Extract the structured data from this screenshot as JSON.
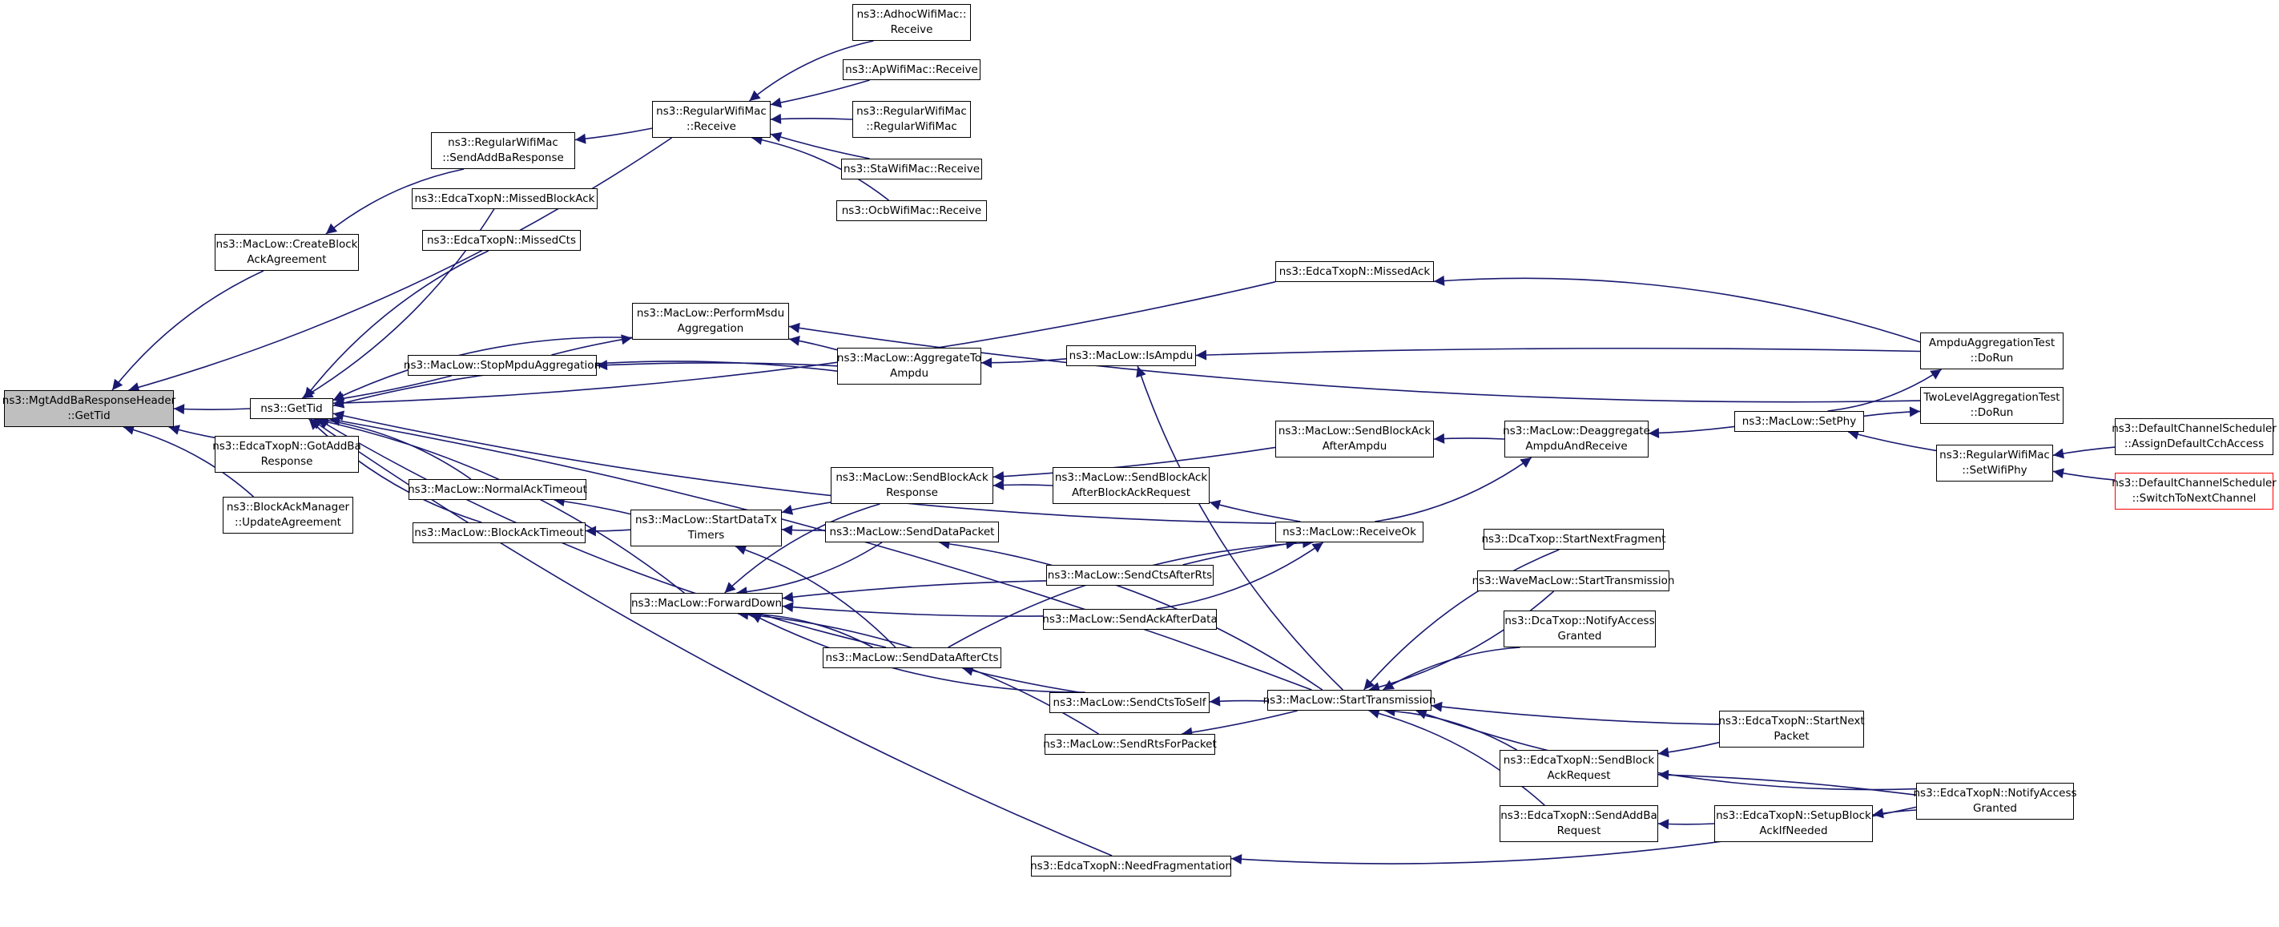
{
  "diagram": {
    "edge_color": "#191970",
    "root_fill": "#bfbfbf",
    "truncated_border": "#ff0000",
    "nodes": {
      "n0": {
        "lines": [
          "ns3::MgtAddBaResponseHeader",
          "::GetTid"
        ],
        "root": true
      },
      "n1": {
        "lines": [
          "ns3::GetTid"
        ]
      },
      "n2": {
        "lines": [
          "ns3::MacLow::CreateBlock",
          "AckAgreement"
        ]
      },
      "n3": {
        "lines": [
          "ns3::EdcaTxopN::GotAddBa",
          "Response"
        ]
      },
      "n4": {
        "lines": [
          "ns3::BlockAckManager",
          "::UpdateAgreement"
        ]
      },
      "n5": {
        "lines": [
          "ns3::RegularWifiMac",
          "::Receive"
        ]
      },
      "n6": {
        "lines": [
          "ns3::RegularWifiMac",
          "::SendAddBaResponse"
        ]
      },
      "n7": {
        "lines": [
          "ns3::AdhocWifiMac::",
          "Receive"
        ]
      },
      "n8": {
        "lines": [
          "ns3::ApWifiMac::Receive"
        ]
      },
      "n9": {
        "lines": [
          "ns3::RegularWifiMac",
          "::RegularWifiMac"
        ]
      },
      "n10": {
        "lines": [
          "ns3::StaWifiMac::Receive"
        ]
      },
      "n11": {
        "lines": [
          "ns3::OcbWifiMac::Receive"
        ]
      },
      "n12": {
        "lines": [
          "ns3::EdcaTxopN::MissedBlockAck"
        ]
      },
      "n13": {
        "lines": [
          "ns3::EdcaTxopN::MissedCts"
        ]
      },
      "n14": {
        "lines": [
          "ns3::EdcaTxopN::MissedAck"
        ]
      },
      "n15": {
        "lines": [
          "ns3::MacLow::PerformMsdu",
          "Aggregation"
        ]
      },
      "n16": {
        "lines": [
          "ns3::MacLow::StopMpduAggregation"
        ]
      },
      "n17": {
        "lines": [
          "ns3::MacLow::AggregateTo",
          "Ampdu"
        ]
      },
      "n18": {
        "lines": [
          "ns3::MacLow::IsAmpdu"
        ]
      },
      "n19": {
        "lines": [
          "AmpduAggregationTest",
          "::DoRun"
        ]
      },
      "n20": {
        "lines": [
          "TwoLevelAggregationTest",
          "::DoRun"
        ]
      },
      "n21": {
        "lines": [
          "ns3::MacLow::SendBlockAck",
          "AfterAmpdu"
        ]
      },
      "n22": {
        "lines": [
          "ns3::MacLow::Deaggregate",
          "AmpduAndReceive"
        ]
      },
      "n23": {
        "lines": [
          "ns3::MacLow::SetPhy"
        ]
      },
      "n24": {
        "lines": [
          "ns3::RegularWifiMac",
          "::SetWifiPhy"
        ]
      },
      "n25": {
        "lines": [
          "ns3::DefaultChannelScheduler",
          "::AssignDefaultCchAccess"
        ]
      },
      "n26": {
        "lines": [
          "ns3::DefaultChannelScheduler",
          "::SwitchToNextChannel"
        ],
        "truncated": true
      },
      "n27": {
        "lines": [
          "ns3::MacLow::NormalAckTimeout"
        ]
      },
      "n28": {
        "lines": [
          "ns3::MacLow::BlockAckTimeout"
        ]
      },
      "n29": {
        "lines": [
          "ns3::MacLow::StartDataTx",
          "Timers"
        ]
      },
      "n30": {
        "lines": [
          "ns3::MacLow::SendBlockAck",
          "Response"
        ]
      },
      "n31": {
        "lines": [
          "ns3::MacLow::SendBlockAck",
          "AfterBlockAckRequest"
        ]
      },
      "n32": {
        "lines": [
          "ns3::MacLow::SendDataPacket"
        ]
      },
      "n33": {
        "lines": [
          "ns3::MacLow::ReceiveOk"
        ]
      },
      "n34": {
        "lines": [
          "ns3::MacLow::ForwardDown"
        ]
      },
      "n35": {
        "lines": [
          "ns3::MacLow::SendCtsAfterRts"
        ]
      },
      "n36": {
        "lines": [
          "ns3::MacLow::SendAckAfterData"
        ]
      },
      "n37": {
        "lines": [
          "ns3::MacLow::SendDataAfterCts"
        ]
      },
      "n38": {
        "lines": [
          "ns3::MacLow::SendCtsToSelf"
        ]
      },
      "n39": {
        "lines": [
          "ns3::MacLow::SendRtsForPacket"
        ]
      },
      "n40": {
        "lines": [
          "ns3::MacLow::StartTransmission"
        ]
      },
      "n41": {
        "lines": [
          "ns3::DcaTxop::StartNextFragment"
        ]
      },
      "n42": {
        "lines": [
          "ns3::WaveMacLow::StartTransmission"
        ]
      },
      "n43": {
        "lines": [
          "ns3::DcaTxop::NotifyAccess",
          "Granted"
        ]
      },
      "n44": {
        "lines": [
          "ns3::EdcaTxopN::StartNext",
          "Packet"
        ]
      },
      "n45": {
        "lines": [
          "ns3::EdcaTxopN::SendBlock",
          "AckRequest"
        ]
      },
      "n46": {
        "lines": [
          "ns3::EdcaTxopN::NotifyAccess",
          "Granted"
        ]
      },
      "n47": {
        "lines": [
          "ns3::EdcaTxopN::SendAddBa",
          "Request"
        ]
      },
      "n48": {
        "lines": [
          "ns3::EdcaTxopN::SetupBlock",
          "AckIfNeeded"
        ]
      },
      "n49": {
        "lines": [
          "ns3::EdcaTxopN::NeedFragmentation"
        ]
      }
    },
    "edges": [
      [
        "n1",
        "n0"
      ],
      [
        "n2",
        "n0"
      ],
      [
        "n3",
        "n0"
      ],
      [
        "n4",
        "n0"
      ],
      [
        "n5",
        "n0"
      ],
      [
        "n6",
        "n2"
      ],
      [
        "n5",
        "n6"
      ],
      [
        "n7",
        "n5"
      ],
      [
        "n8",
        "n5"
      ],
      [
        "n9",
        "n5"
      ],
      [
        "n10",
        "n5"
      ],
      [
        "n11",
        "n5"
      ],
      [
        "n12",
        "n1"
      ],
      [
        "n13",
        "n1"
      ],
      [
        "n14",
        "n1"
      ],
      [
        "n15",
        "n1"
      ],
      [
        "n16",
        "n1"
      ],
      [
        "n17",
        "n1"
      ],
      [
        "n33",
        "n1"
      ],
      [
        "n27",
        "n1"
      ],
      [
        "n28",
        "n1"
      ],
      [
        "n34",
        "n1"
      ],
      [
        "n37",
        "n1"
      ],
      [
        "n40",
        "n1"
      ],
      [
        "n49",
        "n1"
      ],
      [
        "n19",
        "n14"
      ],
      [
        "n16",
        "n15"
      ],
      [
        "n17",
        "n15"
      ],
      [
        "n20",
        "n15"
      ],
      [
        "n17",
        "n16"
      ],
      [
        "n18",
        "n17"
      ],
      [
        "n19",
        "n18"
      ],
      [
        "n40",
        "n18"
      ],
      [
        "n23",
        "n19"
      ],
      [
        "n23",
        "n20"
      ],
      [
        "n22",
        "n21"
      ],
      [
        "n23",
        "n22"
      ],
      [
        "n33",
        "n22"
      ],
      [
        "n24",
        "n23"
      ],
      [
        "n25",
        "n24"
      ],
      [
        "n26",
        "n24"
      ],
      [
        "n29",
        "n27"
      ],
      [
        "n29",
        "n28"
      ],
      [
        "n30",
        "n29"
      ],
      [
        "n32",
        "n29"
      ],
      [
        "n37",
        "n29"
      ],
      [
        "n21",
        "n30"
      ],
      [
        "n31",
        "n30"
      ],
      [
        "n33",
        "n31"
      ],
      [
        "n40",
        "n32"
      ],
      [
        "n35",
        "n33"
      ],
      [
        "n36",
        "n33"
      ],
      [
        "n37",
        "n33"
      ],
      [
        "n30",
        "n34"
      ],
      [
        "n32",
        "n34"
      ],
      [
        "n35",
        "n34"
      ],
      [
        "n36",
        "n34"
      ],
      [
        "n37",
        "n34"
      ],
      [
        "n38",
        "n34"
      ],
      [
        "n39",
        "n34"
      ],
      [
        "n38",
        "n37"
      ],
      [
        "n40",
        "n38"
      ],
      [
        "n40",
        "n39"
      ],
      [
        "n41",
        "n40"
      ],
      [
        "n42",
        "n40"
      ],
      [
        "n43",
        "n40"
      ],
      [
        "n44",
        "n40"
      ],
      [
        "n45",
        "n40"
      ],
      [
        "n46",
        "n40"
      ],
      [
        "n47",
        "n40"
      ],
      [
        "n44",
        "n45"
      ],
      [
        "n46",
        "n45"
      ],
      [
        "n48",
        "n47"
      ],
      [
        "n46",
        "n48"
      ],
      [
        "n46",
        "n49"
      ]
    ]
  }
}
